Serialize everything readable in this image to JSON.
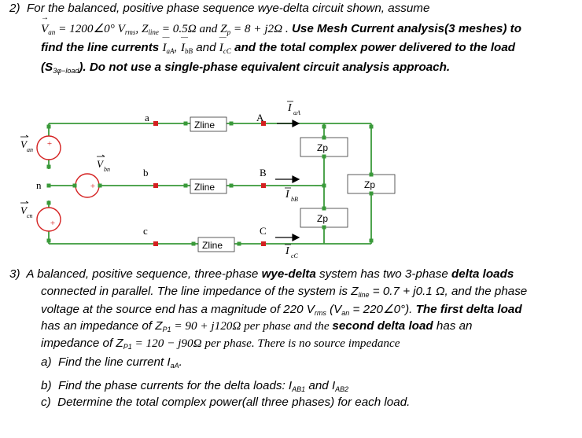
{
  "problem2": {
    "number": "2)",
    "line1": "For the balanced, positive phase sequence wye-delta circuit shown, assume",
    "line2_a": "V",
    "line2_an": "an",
    "line2_b": " = 1200∠0° V",
    "line2_rms": "rms",
    "line2_c": ", Z",
    "line2_line": "line",
    "line2_d": " = 0.5Ω and Z",
    "line2_p": "p",
    "line2_e": " = 8 + j2Ω .",
    "line2_bold": " Use Mesh Current analysis",
    "line2_f": "(3 meshes) to",
    "line3_a": "find the line currents ",
    "line3_i1": "I",
    "line3_s1": "aA",
    "line3_i2": "I",
    "line3_s2": "bB",
    "line3_and": " and ",
    "line3_i3": "I",
    "line3_s3": "cC",
    "line3_b": " and the total complex power delivered to the load",
    "line4_a": "(S",
    "line4_s": "3φ−load",
    "line4_b": ").  Do not use a single-phase equivalent circuit analysis approach."
  },
  "circuit": {
    "node_a": "a",
    "node_b": "b",
    "node_c": "c",
    "node_n": "n",
    "node_A": "A",
    "node_B": "B",
    "node_C": "C",
    "zline": "Zline",
    "zp": "Zp",
    "plus": "+",
    "v_an_main": "V",
    "v_an_sub": "an",
    "v_bn_main": "V",
    "v_bn_sub": "bn",
    "v_cn_main": "V",
    "v_cn_sub": "cn",
    "i_aA_main": "I",
    "i_aA_sub": "aA",
    "i_bB_main": "I",
    "i_bB_sub": "bB",
    "i_cC_main": "I",
    "i_cC_sub": "cC",
    "wire_color": "#3a9a3a",
    "node_marker_color": "#d42020",
    "plus_color": "#d42020"
  },
  "problem3": {
    "number": "3)",
    "l1_a": "A balanced, positive sequence, three-phase ",
    "l1_b": "wye-delta",
    "l1_c": " system has two 3-phase ",
    "l1_d": "delta loads",
    "l2": "connected in parallel.  The line impedance of the system is Z",
    "l2_sub": "line",
    "l2_b": " = 0.7 + j0.1 Ω, and the phase",
    "l3_a": "voltage at the source end has a magnitude of 220 V",
    "l3_rms": "rms",
    "l3_b": " (V",
    "l3_an": "an",
    "l3_c": " = 220∠0°).  ",
    "l3_d": "The first delta load",
    "l4_a": "has an impedance of Z",
    "l4_sub": "P1",
    "l4_b": " = 90 + j120Ω  per phase and the ",
    "l4_c": "second delta load",
    "l4_d": " has an",
    "l5_a": "impedance of Z",
    "l5_sub": "P1",
    "l5_b": " = 120 − j90Ω  per phase.  There is no source impedance",
    "qa_label": "a)",
    "qa": "Find the line current I",
    "qa_sub": "aA",
    "qa_end": ".",
    "qb_label": "b)",
    "qb": "Find the phase currents for the delta loads: I",
    "qb_sub1": "AB1",
    "qb_and": " and I",
    "qb_sub2": "AB2",
    "qc_label": "c)",
    "qc": "Determine the total complex power(all three phases) for each load."
  }
}
